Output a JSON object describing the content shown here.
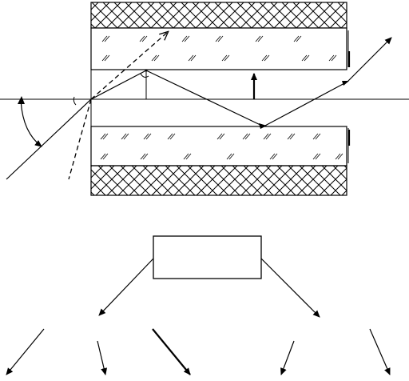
{
  "diagram": {
    "figures": [
      "optical-fiber-cross-section",
      "classification-tree"
    ],
    "colors": {
      "stroke": "#000000",
      "background": "#ffffff"
    },
    "tree": {
      "root_label": "",
      "branch_count": 2,
      "leaf_counts": [
        3,
        2
      ]
    }
  }
}
